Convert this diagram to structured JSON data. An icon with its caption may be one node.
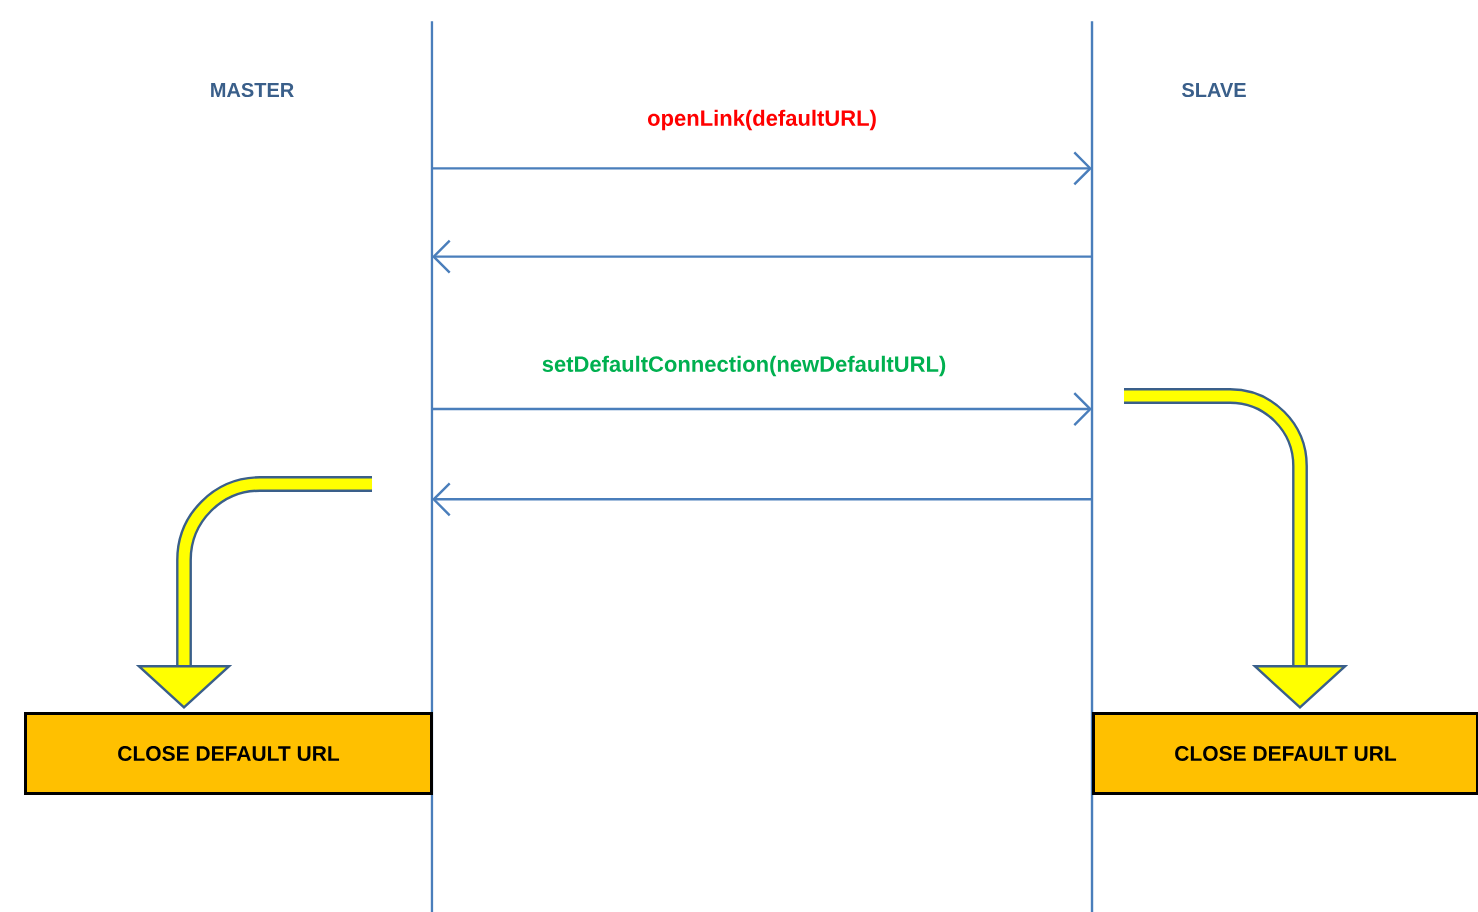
{
  "diagram": {
    "nodes": [
      {
        "text": [],
        "shape": "bar"
      },
      {
        "text": [],
        "shape": "bar"
      },
      {
        "text": [
          "CLOSE DEFAULT URL"
        ]
      },
      {
        "text": [
          "CLOSE DEFAULT URL"
        ]
      }
    ],
    "edges": [
      {
        "from": 0,
        "to": 1,
        "arrow": "to",
        "label": "openLink(defaultURL)"
      },
      {
        "from": 1,
        "to": 0,
        "arrow": "to"
      },
      {
        "from": 0,
        "to": 1,
        "arrow": "to",
        "label": "setDefaultConnection(newDefaultURL)"
      },
      {
        "from": 1,
        "to": 0,
        "arrow": "to"
      },
      {
        "from": null,
        "to": 2,
        "arrow": "to",
        "style": "thick",
        "color": "#3a5f8a"
      },
      {
        "from": null,
        "to": 3,
        "arrow": "to",
        "style": "thick",
        "color": "#3a5f8a"
      }
    ],
    "labels": [
      "MASTER",
      "SLAVE"
    ]
  }
}
